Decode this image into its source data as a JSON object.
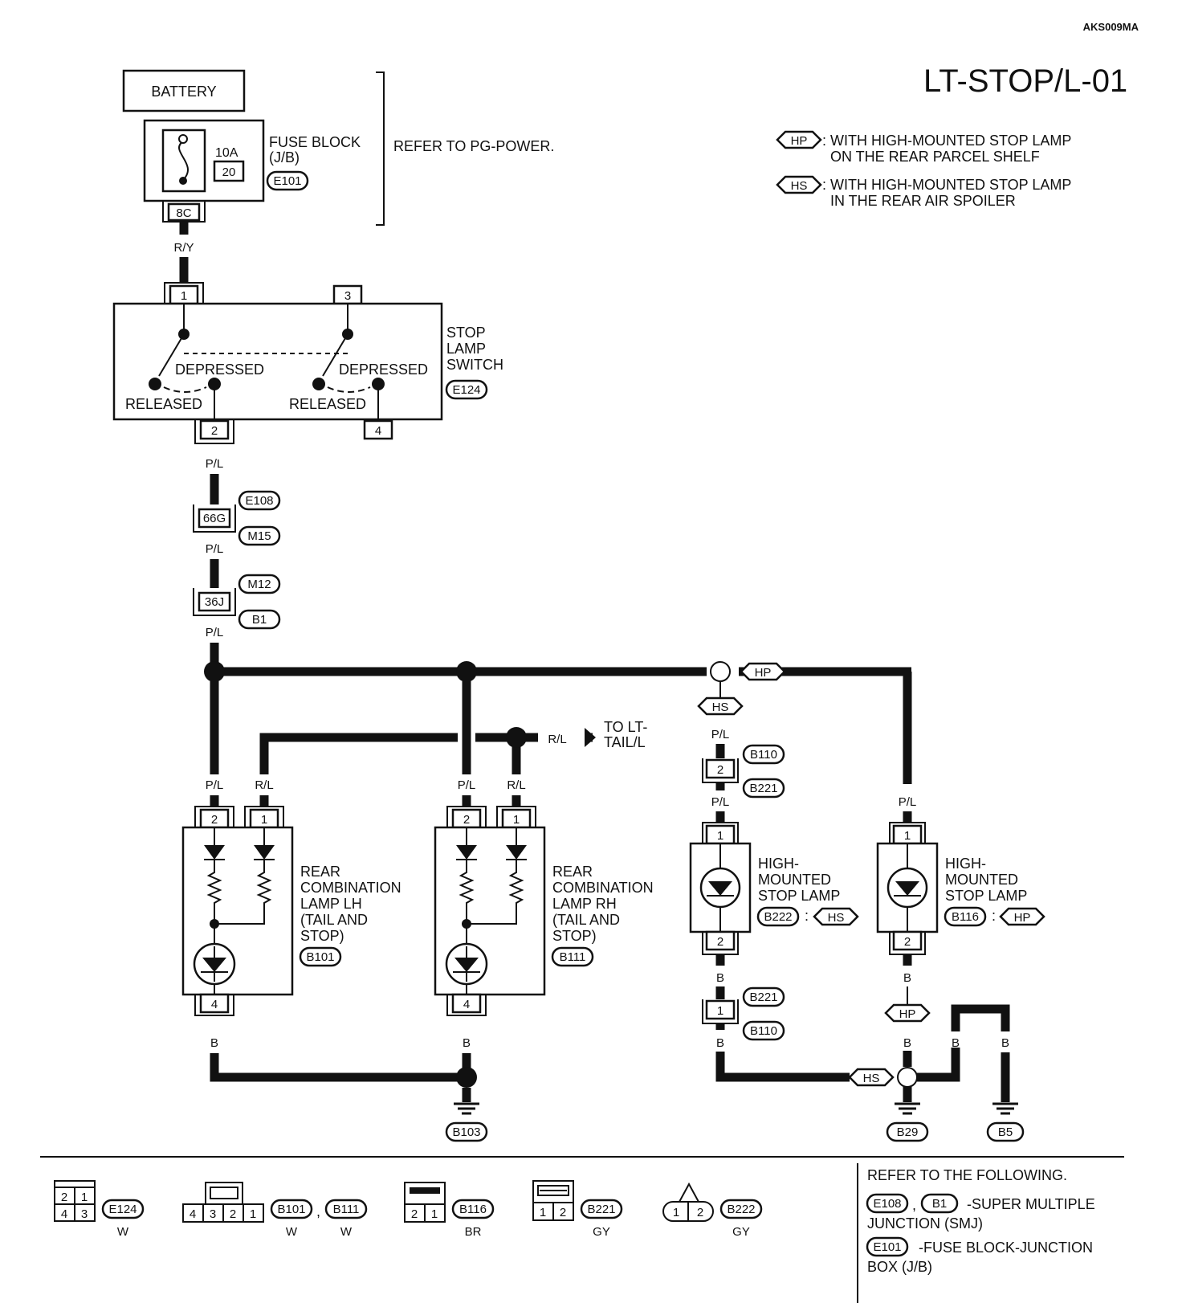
{
  "doc_code": "AKS009MA",
  "page_title": "LT-STOP/L-01",
  "legend": [
    {
      "tag": "HP",
      "line1": ": WITH HIGH-MOUNTED STOP LAMP",
      "line2": "ON THE REAR PARCEL SHELF"
    },
    {
      "tag": "HS",
      "line1": ": WITH HIGH-MOUNTED STOP LAMP",
      "line2": "IN THE REAR AIR SPOILER"
    }
  ],
  "battery": "BATTERY",
  "fuse": {
    "rating": "10A",
    "number": "20",
    "name1": "FUSE BLOCK",
    "name2": "(J/B)",
    "conn": "E101",
    "terminal": "8C"
  },
  "refer_pg": "REFER TO PG-POWER.",
  "switch": {
    "name1": "STOP",
    "name2": "LAMP",
    "name3": "SWITCH",
    "conn": "E124",
    "depressed": "DEPRESSED",
    "released": "RELEASED",
    "pins": [
      "1",
      "3",
      "2",
      "4"
    ]
  },
  "wires": {
    "ry": "R/Y",
    "pl": "P/L",
    "rl": "R/L",
    "b": "B"
  },
  "junctions": {
    "j1": "66G",
    "j1_up": "E108",
    "j1_dn": "M15",
    "j2": "36J",
    "j2_up": "M12",
    "j2_dn": "B1"
  },
  "hp_tag": "HP",
  "hs_tag": "HS",
  "to_tail": [
    "TO LT-",
    "TAIL/L"
  ],
  "lamp_lh": {
    "lines": [
      "REAR",
      "COMBINATION",
      "LAMP LH",
      "(TAIL AND",
      " STOP)"
    ],
    "conn": "B101",
    "pins": [
      "2",
      "1",
      "4"
    ]
  },
  "lamp_rh": {
    "lines": [
      "REAR",
      "COMBINATION",
      "LAMP RH",
      "(TAIL AND",
      " STOP)"
    ],
    "conn": "B111",
    "pins": [
      "2",
      "1",
      "4"
    ]
  },
  "hs_lamp": {
    "lines": [
      "HIGH-",
      "MOUNTED",
      "STOP LAMP"
    ],
    "conn": "B222",
    "pins": [
      "1",
      "2"
    ]
  },
  "hp_lamp": {
    "lines": [
      "HIGH-",
      "MOUNTED",
      "STOP LAMP"
    ],
    "conn": "B116",
    "pins": [
      "1",
      "2"
    ]
  },
  "hs_conn": {
    "upper": "B110",
    "lower": "B221",
    "pin_top": "2",
    "pin_bot": "1"
  },
  "grounds": [
    "B103",
    "B29",
    "B5"
  ],
  "bottom_connectors": [
    {
      "code": "E124",
      "color": "W",
      "pins": [
        "2",
        "1",
        "4",
        "3"
      ]
    },
    {
      "code": "B101",
      "code2": "B111",
      "color": "W",
      "color2": "W",
      "pins": [
        "4",
        "3",
        "2",
        "1"
      ]
    },
    {
      "code": "B116",
      "color": "BR",
      "pins": [
        "2",
        "1"
      ]
    },
    {
      "code": "B221",
      "color": "GY",
      "pins": [
        "1",
        "2"
      ]
    },
    {
      "code": "B222",
      "color": "GY",
      "pins": [
        "1",
        "2"
      ]
    }
  ],
  "refer_following": "REFER TO THE FOLLOWING.",
  "refer_items": [
    {
      "codes": [
        "E108",
        "B1"
      ],
      "sep": ",",
      "text1": "-SUPER MULTIPLE",
      "text2": "JUNCTION (SMJ)"
    },
    {
      "codes": [
        "E101"
      ],
      "text1": "-FUSE BLOCK-JUNCTION",
      "text2": "BOX (J/B)"
    }
  ]
}
